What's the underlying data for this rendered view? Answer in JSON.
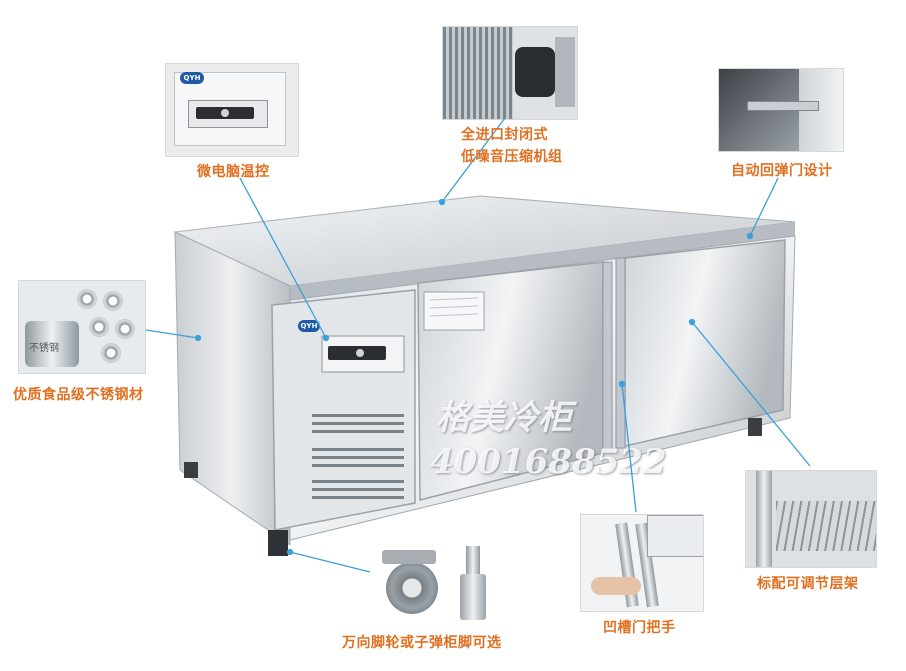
{
  "callouts": {
    "temp_control": "微电脑温控",
    "compressor_line1": "全进口封闭式",
    "compressor_line2": "低噪音压缩机组",
    "door_spring": "自动回弹门设计",
    "stainless": "优质食品级不锈钢材",
    "shelf": "标配可调节层架",
    "handle": "凹槽门把手",
    "casters": "万向脚轮或子弹柜脚可选"
  },
  "watermark": {
    "brand": "格美冷柜",
    "phone": "4001688522"
  },
  "logo_text": "QYH",
  "tube_text": "不锈钢",
  "colors": {
    "label": "#e07020",
    "leader": "#3aa0d8",
    "steel_light": "#e9ecef",
    "steel_dark": "#9aa2aa"
  }
}
